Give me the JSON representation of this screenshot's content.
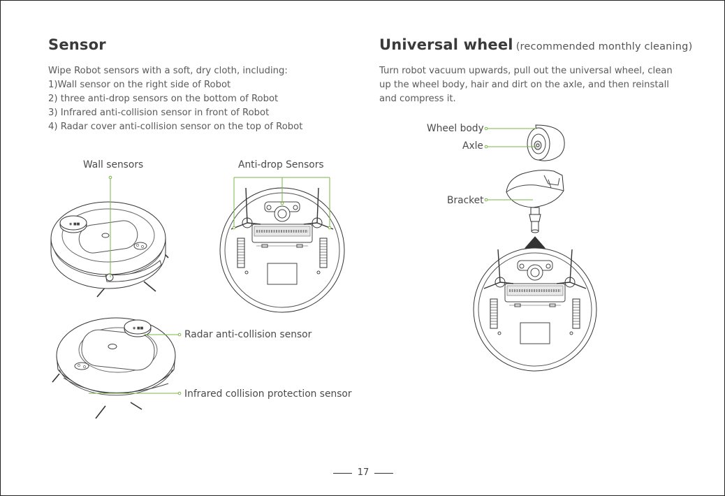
{
  "left": {
    "title": "Sensor",
    "intro": "Wipe Robot sensors with a soft, dry cloth, including:",
    "items": [
      "1)Wall sensor on the right side of Robot",
      "2) three anti-drop sensors on the bottom of Robot",
      "3) Infrared anti-collision sensor in front of Robot",
      "4) Radar cover anti-collision sensor on the top of Robot"
    ],
    "labels": {
      "wall": "Wall sensors",
      "antidrop": "Anti-drop Sensors",
      "radar": "Radar anti-collision sensor",
      "infrared": "Infrared collision protection sensor"
    }
  },
  "right": {
    "title": "Universal wheel",
    "subtitle": "(recommended monthly cleaning)",
    "text": [
      "Turn robot vacuum upwards, pull out the universal wheel, clean",
      "up the wheel body, hair and dirt on the axle, and then reinstall",
      "and compress it."
    ],
    "labels": {
      "wheel_body": "Wheel body",
      "axle": "Axle",
      "bracket": "Bracket"
    }
  },
  "page_number": "17",
  "colors": {
    "accent": "#7ab648",
    "text": "#555555"
  }
}
